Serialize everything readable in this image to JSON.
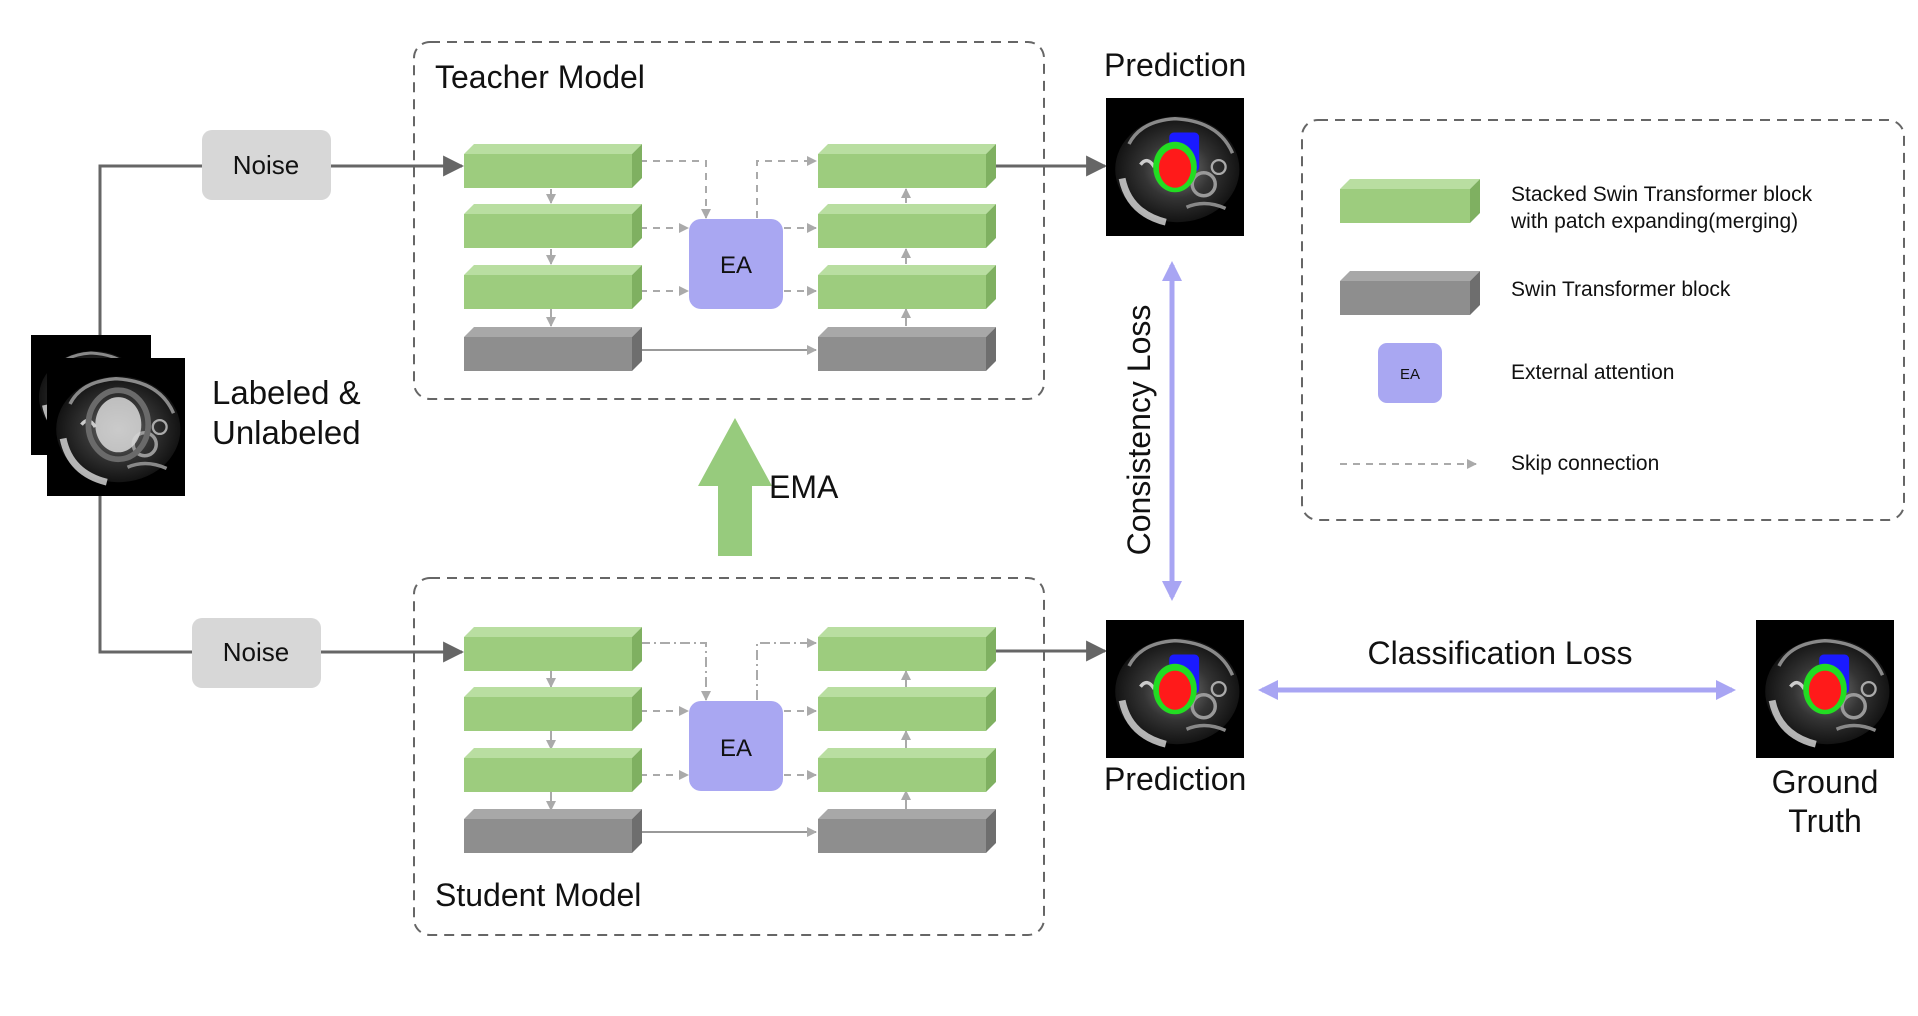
{
  "input": {
    "label_line1": "Labeled &",
    "label_line2": "Unlabeled"
  },
  "teacher": {
    "title": "Teacher Model",
    "noise_label": "Noise",
    "ea_label": "EA"
  },
  "student": {
    "title": "Student Model",
    "noise_label": "Noise",
    "ea_label": "EA"
  },
  "ema_label": "EMA",
  "outputs": {
    "teacher_prediction_label": "Prediction",
    "student_prediction_label": "Prediction",
    "ground_truth_line1": "Ground",
    "ground_truth_line2": "Truth"
  },
  "losses": {
    "consistency": "Consistency Loss",
    "classification": "Classification Loss"
  },
  "legend": {
    "green_block_line1": "Stacked Swin Transformer block",
    "green_block_line2": "with patch expanding(merging)",
    "gray_block": "Swin Transformer block",
    "ea_box": "EA",
    "ea_label": "External attention",
    "skip_connection": "Skip connection"
  },
  "colors": {
    "green_block": "#9dcc7e",
    "gray_block": "#8e8e8e",
    "ea_box": "#a9a7f2",
    "loss_arrow": "#a8a5f3",
    "noise_box": "#d7d7d7",
    "ema_arrow": "#97cb7d",
    "seg_red": "#ff1a1a",
    "seg_blue": "#1a1aff",
    "seg_green": "#22dd22"
  }
}
